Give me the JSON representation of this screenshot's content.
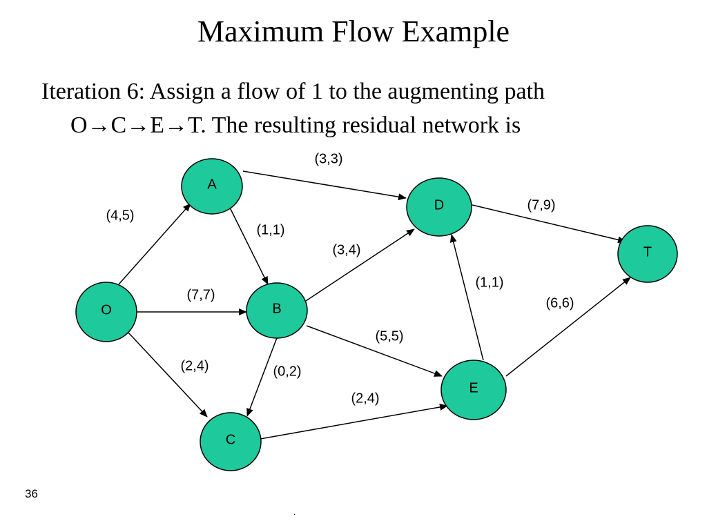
{
  "slide": {
    "title": "Maximum Flow Example",
    "description_line1": "Iteration 6: Assign a flow of 1 to the augmenting path",
    "description_line2": "O→C→E→T. The resulting residual network is",
    "slide_number": "36",
    "footer_mark": "."
  },
  "colors": {
    "node_fill": "#1ec99b",
    "node_stroke": "#000000",
    "edge": "#000000",
    "text": "#000000"
  },
  "network": {
    "nodes": [
      {
        "id": "O",
        "label": "O"
      },
      {
        "id": "A",
        "label": "A"
      },
      {
        "id": "B",
        "label": "B"
      },
      {
        "id": "C",
        "label": "C"
      },
      {
        "id": "D",
        "label": "D"
      },
      {
        "id": "E",
        "label": "E"
      },
      {
        "id": "T",
        "label": "T"
      }
    ],
    "edges": [
      {
        "from": "O",
        "to": "A",
        "label": "(4,5)"
      },
      {
        "from": "O",
        "to": "B",
        "label": "(7,7)"
      },
      {
        "from": "O",
        "to": "C",
        "label": "(2,4)"
      },
      {
        "from": "A",
        "to": "D",
        "label": "(3,3)"
      },
      {
        "from": "A",
        "to": "B",
        "label": "(1,1)"
      },
      {
        "from": "B",
        "to": "D",
        "label": "(3,4)"
      },
      {
        "from": "B",
        "to": "E",
        "label": "(5,5)"
      },
      {
        "from": "B",
        "to": "C",
        "label": "(0,2)"
      },
      {
        "from": "C",
        "to": "E",
        "label": "(2,4)"
      },
      {
        "from": "E",
        "to": "D",
        "label": "(1,1)"
      },
      {
        "from": "D",
        "to": "T",
        "label": "(7,9)"
      },
      {
        "from": "E",
        "to": "T",
        "label": "(6,6)"
      }
    ]
  }
}
